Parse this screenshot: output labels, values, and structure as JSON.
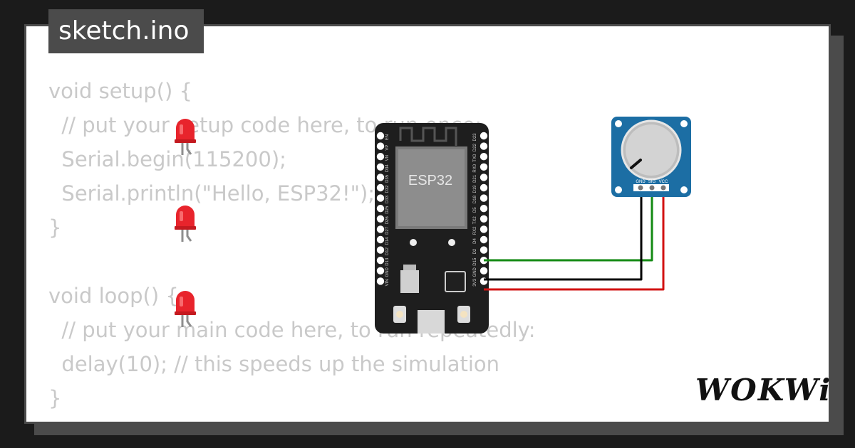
{
  "file_tab": {
    "label": "sketch.ino"
  },
  "code_lines": [
    "void setup() {",
    "  // put your setup code here, to run once:",
    "  Serial.begin(115200);",
    "  Serial.println(\"Hello, ESP32!\");",
    "}",
    "",
    "void loop() {",
    "  // put your main code here, to run repeatedly:",
    "  delay(10); // this speeds up the simulation",
    "}"
  ],
  "board": {
    "label": "ESP32",
    "left_pins": [
      "EN",
      "VP",
      "VN",
      "D34",
      "D35",
      "D32",
      "D33",
      "D25",
      "D26",
      "D27",
      "D14",
      "D12",
      "D13",
      "GND",
      "VIN"
    ],
    "right_pins": [
      "D23",
      "D22",
      "TX0",
      "RX0",
      "D21",
      "D19",
      "D18",
      "D5",
      "TX2",
      "RX2",
      "D4",
      "D2",
      "D15",
      "GND",
      "3V3"
    ]
  },
  "potentiometer": {
    "pin_labels": [
      "GND",
      "SIG",
      "VCC"
    ]
  },
  "colors": {
    "wire_green": "#138a13",
    "wire_black": "#000000",
    "wire_red": "#d21212",
    "led_red": "#e8242c",
    "pot_board": "#1c6ea4"
  },
  "brand": {
    "logo": "WOKWi"
  }
}
